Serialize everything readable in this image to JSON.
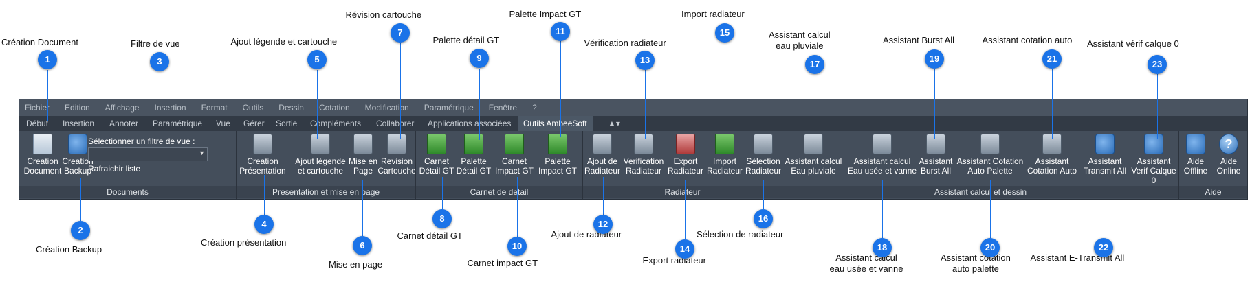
{
  "annotations": {
    "a1": "Création Document",
    "a2": "Création Backup",
    "a3": "Filtre de vue",
    "a4": "Création présentation",
    "a5": "Ajout légende et cartouche",
    "a6": "Mise en page",
    "a7": "Révision cartouche",
    "a8": "Carnet détail GT",
    "a9": "Palette détail GT",
    "a10": "Carnet impact GT",
    "a11": "Palette Impact GT",
    "a12": "Ajout de radiateur",
    "a13": "Vérification radiateur",
    "a14": "Export radiateur",
    "a15": "Import radiateur",
    "a16": "Sélection de radiateur",
    "a17": "Assistant calcul\neau pluviale",
    "a18": "Assistant calcul\neau usée et vanne",
    "a19": "Assistant Burst All",
    "a20": "Assistant cotation\nauto palette",
    "a21": "Assistant cotation auto",
    "a22": "Assistant E-Transmit All",
    "a23": "Assistant vérif calque 0"
  },
  "badges": [
    "1",
    "2",
    "3",
    "4",
    "5",
    "6",
    "7",
    "8",
    "9",
    "10",
    "11",
    "12",
    "13",
    "14",
    "15",
    "16",
    "17",
    "18",
    "19",
    "20",
    "21",
    "22",
    "23"
  ],
  "menu": [
    "Fichier",
    "Edition",
    "Affichage",
    "Insertion",
    "Format",
    "Outils",
    "Dessin",
    "Cotation",
    "Modification",
    "Paramétrique",
    "Fenêtre",
    "?"
  ],
  "tabs": [
    "Début",
    "Insertion",
    "Annoter",
    "Paramétrique",
    "Vue",
    "Gérer",
    "Sortie",
    "Compléments",
    "Collaborer",
    "Applications associées",
    "Outils AmbeeSoft",
    "▲▾"
  ],
  "groups": {
    "documents": "Documents",
    "presentation": "Presentation et mise en page",
    "carnet": "Carnet de detail",
    "radiateur": "Radiateur",
    "assistant": "Assistant calcul et dessin",
    "aide": "Aide"
  },
  "filter": {
    "label": "Sélectionner un filtre de vue :",
    "value": "",
    "refresh": "Rafraichir liste"
  },
  "buttons": {
    "creation_document": "Creation\nDocument",
    "creation_backup": "Creation\nBackup",
    "creation_presentation": "Creation\nPrésentation",
    "ajout_legende": "Ajout légende\net cartouche",
    "mise_en_page": "Mise en\nPage",
    "revision_cartouche": "Revision\nCartouche",
    "carnet_detail": "Carnet\nDétail GT",
    "palette_detail": "Palette\nDétail GT",
    "carnet_impact": "Carnet\nImpact GT",
    "palette_impact": "Palette\nImpact GT",
    "ajout_radiateur": "Ajout de\nRadiateur",
    "verification_radiateur": "Verification\nRadiateur",
    "export_radiateur": "Export\nRadiateur",
    "import_radiateur": "Import\nRadiateur",
    "selection_radiateur": "Sélection\nRadiateur",
    "assistant_pluviale": "Assistant calcul\nEau pluviale",
    "assistant_usee": "Assistant calcul\nEau usée et vanne",
    "assistant_burst": "Assistant\nBurst All",
    "assistant_cotation_palette": "Assistant Cotation\nAuto Palette",
    "assistant_cotation_auto": "Assistant\nCotation Auto",
    "assistant_transmit": "Assistant\nTransmit All",
    "assistant_verif": "Assistant\nVerif Calque 0",
    "aide_offline": "Aide\nOffline",
    "aide_online": "Aide\nOnline"
  },
  "colors": {
    "accent": "#1a73e8",
    "ribbon_bg": "#444e5b",
    "menubar_bg": "#4a5461"
  },
  "icons": {
    "help": "?"
  }
}
